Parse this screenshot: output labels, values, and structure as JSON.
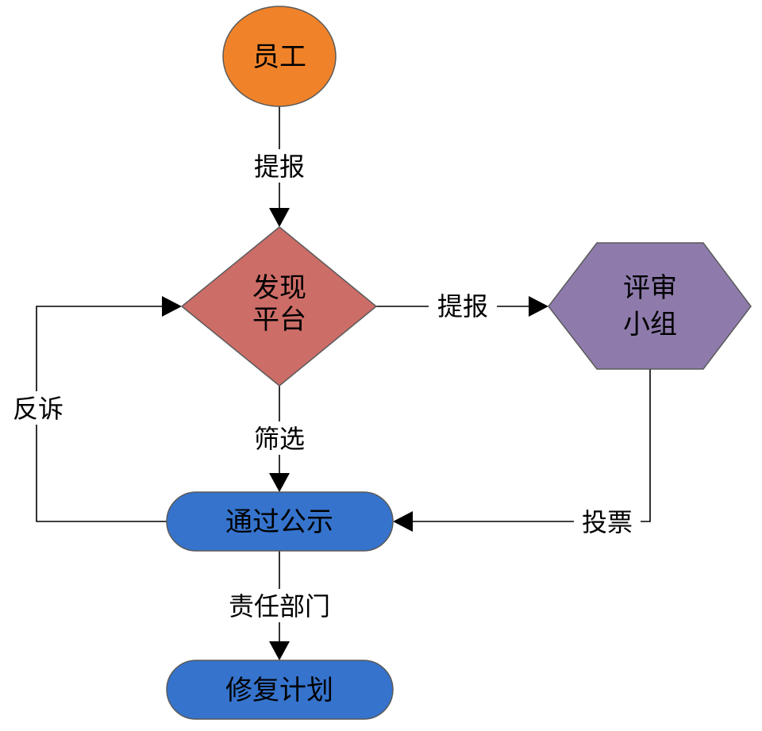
{
  "nodes": {
    "employee": {
      "label": "员工",
      "color": "#f0832a"
    },
    "platform": {
      "line1": "发现",
      "line2": "平台",
      "color": "#cd6d68"
    },
    "review": {
      "line1": "评审",
      "line2": "小组",
      "color": "#8e7bac"
    },
    "publicity": {
      "label": "通过公示",
      "color": "#3573cc"
    },
    "repair": {
      "label": "修复计划",
      "color": "#3573cc"
    }
  },
  "edges": {
    "employee_to_platform": "提报",
    "platform_to_review": "提报",
    "platform_to_publicity": "筛选",
    "review_to_publicity": "投票",
    "publicity_to_platform": "反诉",
    "publicity_to_repair": "责任部门"
  }
}
